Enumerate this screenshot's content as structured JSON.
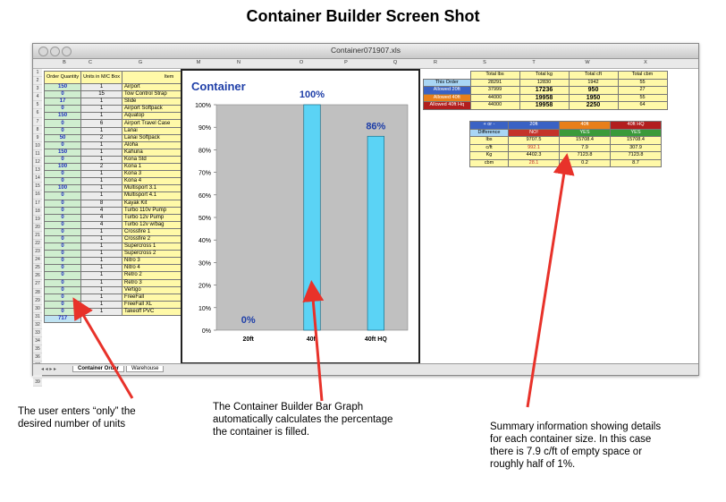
{
  "page_title": "Container Builder Screen Shot",
  "window": {
    "title": "Container071907.xls"
  },
  "column_letters": [
    "B",
    "C",
    "G",
    "M",
    "N",
    "O",
    "P",
    "Q",
    "R",
    "S",
    "T",
    "W",
    "X"
  ],
  "row_numbers": [
    "1",
    "2",
    "3",
    "4",
    "5",
    "6",
    "7",
    "8",
    "9",
    "10",
    "11",
    "12",
    "13",
    "14",
    "15",
    "16",
    "17",
    "18",
    "19",
    "20",
    "21",
    "22",
    "23",
    "24",
    "25",
    "26",
    "27",
    "28",
    "29",
    "30",
    "31",
    "32",
    "33",
    "34",
    "35",
    "36",
    "37",
    "38",
    "39"
  ],
  "items_table": {
    "headers": [
      "Order Quantity",
      "Units in M/C Box",
      "Item"
    ],
    "rows": [
      [
        "150",
        "1",
        "Airport"
      ],
      [
        "0",
        "15",
        "Tow Control Strap"
      ],
      [
        "17",
        "1",
        "Slide"
      ],
      [
        "0",
        "1",
        "Airport Softpack"
      ],
      [
        "150",
        "1",
        "Aquatop"
      ],
      [
        "0",
        "6",
        "Airport Travel Case"
      ],
      [
        "0",
        "1",
        "Lanai"
      ],
      [
        "50",
        "2",
        "Lanai Softpack"
      ],
      [
        "0",
        "1",
        "Aloha"
      ],
      [
        "150",
        "1",
        "Kahuna"
      ],
      [
        "0",
        "1",
        "Kona Std"
      ],
      [
        "100",
        "2",
        "Kona 1"
      ],
      [
        "0",
        "1",
        "Kona 3"
      ],
      [
        "0",
        "1",
        "Kona 4"
      ],
      [
        "100",
        "1",
        "Multisport 3.1"
      ],
      [
        "0",
        "1",
        "Multisport 4.1"
      ],
      [
        "0",
        "8",
        "Kayak Kit"
      ],
      [
        "0",
        "4",
        "Turbo 110v Pump"
      ],
      [
        "0",
        "4",
        "Turbo 12v Pump"
      ],
      [
        "0",
        "4",
        "Turbo 12v w/bag"
      ],
      [
        "0",
        "1",
        "Crossfire 1"
      ],
      [
        "0",
        "1",
        "Crossfire 2"
      ],
      [
        "0",
        "1",
        "Supercross 1"
      ],
      [
        "0",
        "1",
        "Supercross 2"
      ],
      [
        "0",
        "1",
        "Nitro 3"
      ],
      [
        "0",
        "1",
        "Nitro 4"
      ],
      [
        "0",
        "1",
        "Retro 2"
      ],
      [
        "0",
        "1",
        "Retro 3"
      ],
      [
        "0",
        "1",
        "Vertigo"
      ],
      [
        "0",
        "1",
        "FreeFall"
      ],
      [
        "0",
        "1",
        "FreeFall XL"
      ],
      [
        "0",
        "1",
        "Takeoff PVC"
      ]
    ],
    "total": "717"
  },
  "chart_data": {
    "type": "bar",
    "title": "Container",
    "categories": [
      "20ft",
      "40ft",
      "40ft HQ"
    ],
    "values": [
      0,
      100,
      86
    ],
    "data_labels": [
      "0%",
      "100%",
      "86%"
    ],
    "ylim": [
      0,
      100
    ],
    "yticks": [
      "0%",
      "10%",
      "20%",
      "30%",
      "40%",
      "50%",
      "60%",
      "70%",
      "80%",
      "90%",
      "100%"
    ],
    "bar_color": "#5bd3f5",
    "plot_bg": "#c0c0c0",
    "label_color": "#1f3fa8",
    "grid": false
  },
  "summary_top": {
    "headers": [
      "",
      "Total lbs",
      "Total kg",
      "Total cft",
      "Total cbm"
    ],
    "rows": [
      [
        "This Order",
        "28291",
        "12830",
        "1942",
        "55"
      ],
      [
        "Allowed 20ft",
        "37999",
        "17236",
        "950",
        "27"
      ],
      [
        "Allowed 40ft",
        "44000",
        "19958",
        "1950",
        "55"
      ],
      [
        "Allowed 40ft Hq",
        "44000",
        "19958",
        "2250",
        "64"
      ]
    ]
  },
  "summary_bottom": {
    "headers": [
      "+ or -",
      "20ft",
      "40ft",
      "40ft HQ"
    ],
    "difference": [
      "Difference",
      "NO!",
      "YES",
      "YES"
    ],
    "rows": [
      [
        "lbs",
        "9707.5",
        "15708.4",
        "15708.4"
      ],
      [
        "c/ft",
        "992.1",
        "7.9",
        "307.9"
      ],
      [
        "Kg",
        "4402.3",
        "7123.8",
        "7123.8"
      ],
      [
        "cbm",
        "28.1",
        "0.2",
        "8.7"
      ]
    ]
  },
  "sheet_tabs": [
    "Container Order",
    "Warehouse"
  ],
  "annotations": {
    "left": [
      "The user enters “only” the",
      "desired number of units"
    ],
    "middle": [
      "The Container Builder Bar Graph",
      "automatically calculates the percentage",
      "the container is filled."
    ],
    "right": [
      "Summary information showing details",
      "for each container size. In this case",
      "there is 7.9 c/ft of empty space or",
      "roughly half of 1%."
    ]
  },
  "colors": {
    "arrow": "#e8322a",
    "qty_text": "#1f2fbf",
    "yellow": "#fff9a8"
  }
}
